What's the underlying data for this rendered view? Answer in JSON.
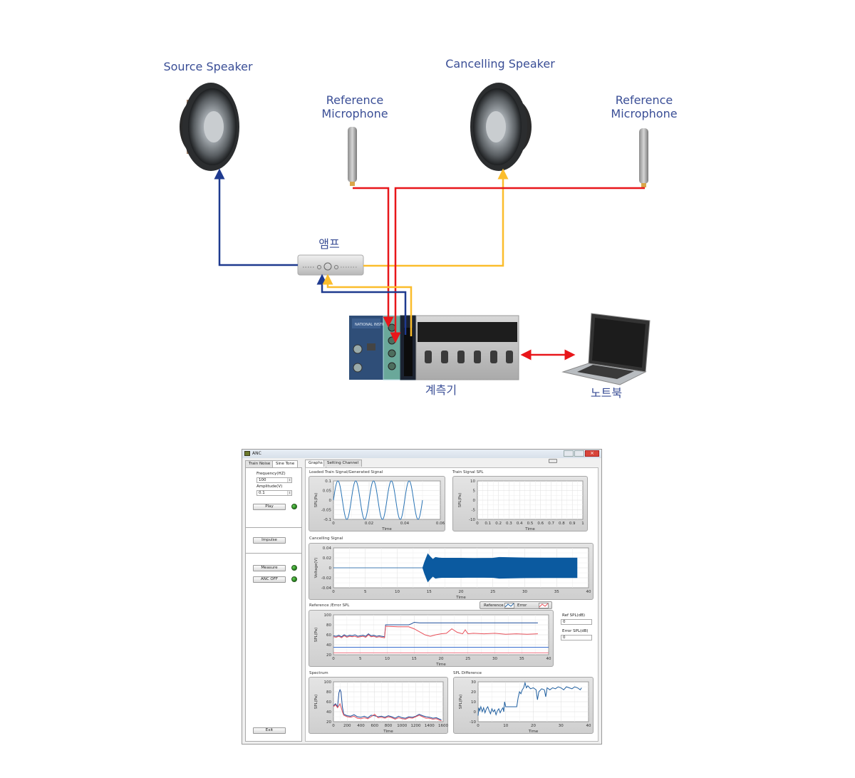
{
  "diagram": {
    "labels": {
      "source_speaker": "Source Speaker",
      "cancelling_speaker": "Cancelling Speaker",
      "reference_mic_1": "Reference\nMicrophone",
      "reference_mic_2": "Reference\nMicrophone",
      "amp": "앰프",
      "daq": "계측기",
      "laptop": "노트북"
    },
    "wire_colors": {
      "blue": "#1f3a8f",
      "red": "#e8161a",
      "yellow": "#fbbd2c"
    },
    "connections": [
      {
        "from": "amp",
        "to": "source_speaker",
        "color": "blue"
      },
      {
        "from": "amp",
        "to": "cancelling_speaker",
        "color": "yellow"
      },
      {
        "from": "reference_mic_1",
        "to": "daq",
        "color": "red"
      },
      {
        "from": "reference_mic_2",
        "to": "daq",
        "color": "red"
      },
      {
        "from": "daq",
        "to": "amp",
        "color": "blue"
      },
      {
        "from": "daq",
        "to": "amp",
        "color": "yellow"
      },
      {
        "from": "daq",
        "to": "laptop",
        "color": "red",
        "bidirectional": true
      }
    ]
  },
  "app": {
    "title": "ANC",
    "left_tabs": [
      "Train Noise",
      "Sine Tone"
    ],
    "active_left_tab": "Sine Tone",
    "frequency_label": "Frequency(HZ)",
    "frequency_value": "100",
    "amplitude_label": "Amplitude(V)",
    "amplitude_value": "0.1",
    "play_label": "Play",
    "impulse_label": "Impulse",
    "measure_label": "Measure",
    "anc_off_label": "ANC OFF",
    "exit_label": "Exit",
    "right_tabs": [
      "Graphs",
      "Setting Channel"
    ],
    "active_right_tab": "Graphs",
    "ref_spl_label": "Ref SPL(dB)",
    "ref_spl_value": "0",
    "error_spl_label": "Error SPL(dB)",
    "error_spl_value": "0",
    "legend": {
      "reference": "Reference",
      "error": "Error"
    },
    "colors": {
      "blue": "#1f5fa0",
      "red": "#e8505a",
      "led": "#2f9a26"
    }
  },
  "chart_data": [
    {
      "id": "loaded",
      "type": "line",
      "title": "Loaded Train Signal/Generated Signal",
      "xlabel": "Time",
      "ylabel": "SPL(Pa)",
      "xlim": [
        0,
        0.06
      ],
      "ylim": [
        -0.1,
        0.1
      ],
      "xticks": [
        "0",
        "0.02",
        "0.04",
        "0.06"
      ],
      "xtick_values": [
        0,
        0.02,
        0.04,
        0.06
      ],
      "yticks": [
        "0.1",
        "0.05",
        "0",
        "-0.05",
        "-0.1"
      ],
      "ytick_values": [
        0.1,
        0.05,
        0,
        -0.05,
        -0.1
      ],
      "series": [
        {
          "name": "signal",
          "function": "0.1*sin(2*pi*100*t)",
          "t_range": [
            0,
            0.05
          ],
          "color": "#2a74b5"
        }
      ]
    },
    {
      "id": "trainspl",
      "type": "line",
      "title": "Train Signal SPL",
      "xlabel": "Time",
      "ylabel": "SPL(Pa)",
      "xlim": [
        0,
        1
      ],
      "ylim": [
        -10,
        10
      ],
      "xticks": [
        "0",
        "0.1",
        "0.2",
        "0.3",
        "0.4",
        "0.5",
        "0.6",
        "0.7",
        "0.8",
        "0.9",
        "1"
      ],
      "xtick_values": [
        0,
        0.1,
        0.2,
        0.3,
        0.4,
        0.5,
        0.6,
        0.7,
        0.8,
        0.9,
        1
      ],
      "yticks": [
        "10",
        "5",
        "0",
        "-5",
        "-10"
      ],
      "ytick_values": [
        10,
        5,
        0,
        -5,
        -10
      ],
      "series": []
    },
    {
      "id": "cancel",
      "type": "area",
      "title": "Cancelling Signal",
      "xlabel": "Time",
      "ylabel": "Voltage(V)",
      "xlim": [
        0,
        40
      ],
      "ylim": [
        -0.04,
        0.04
      ],
      "xticks": [
        "0",
        "5",
        "10",
        "15",
        "20",
        "25",
        "30",
        "35",
        "40"
      ],
      "xtick_values": [
        0,
        5,
        10,
        15,
        20,
        25,
        30,
        35,
        40
      ],
      "yticks": [
        "0.04",
        "0.02",
        "0",
        "-0.02",
        "-0.04"
      ],
      "ytick_values": [
        0.04,
        0.02,
        0,
        -0.02,
        -0.04
      ],
      "series": [
        {
          "name": "envelope",
          "color": "#0b5aa0",
          "x": [
            0,
            14.0,
            14.3,
            14.8,
            15.2,
            15.6,
            16.0,
            16.5,
            17.0,
            20,
            22,
            25,
            26,
            28,
            30,
            33,
            35,
            38.2
          ],
          "upper": [
            0,
            0,
            0.012,
            0.028,
            0.022,
            0.017,
            0.021,
            0.02,
            0.0195,
            0.0195,
            0.019,
            0.0195,
            0.021,
            0.0205,
            0.02,
            0.0198,
            0.0198,
            0.0198
          ],
          "lower": [
            0,
            0,
            -0.012,
            -0.028,
            -0.022,
            -0.017,
            -0.021,
            -0.02,
            -0.0195,
            -0.0195,
            -0.019,
            -0.0195,
            -0.021,
            -0.0205,
            -0.02,
            -0.0198,
            -0.0198,
            -0.0198
          ]
        }
      ]
    },
    {
      "id": "referr",
      "type": "line",
      "title": "Reference /Error SPL",
      "xlabel": "Time",
      "ylabel": "SPL(Pa)",
      "xlim": [
        0,
        40
      ],
      "ylim": [
        20,
        100
      ],
      "xticks": [
        "0",
        "5",
        "10",
        "15",
        "20",
        "25",
        "30",
        "35",
        "40"
      ],
      "xtick_values": [
        0,
        5,
        10,
        15,
        20,
        25,
        30,
        35,
        40
      ],
      "yticks": [
        "100",
        "80",
        "60",
        "40",
        "20"
      ],
      "ytick_values": [
        100,
        80,
        60,
        40,
        20
      ],
      "legend": [
        "Reference",
        "Error"
      ],
      "legend_position": "top-right",
      "series": [
        {
          "name": "Reference",
          "color": "#1f4f9a",
          "x": [
            0,
            0.5,
            1,
            1.5,
            2,
            2.5,
            3,
            3.5,
            4,
            4.5,
            5,
            5.5,
            6,
            6.5,
            7,
            7.5,
            8,
            8.5,
            9,
            9.5,
            9.7,
            10,
            12,
            14,
            14.5,
            15,
            16,
            20,
            25,
            30,
            35,
            38
          ],
          "y": [
            58,
            57,
            59,
            56,
            60,
            57,
            59,
            58,
            60,
            57,
            58,
            59,
            57,
            62,
            58,
            59,
            57,
            58,
            57,
            56,
            80,
            80,
            80,
            80,
            82,
            85,
            84,
            84,
            84,
            84,
            84,
            84
          ]
        },
        {
          "name": "Error",
          "color": "#e8505a",
          "x": [
            0,
            0.5,
            1,
            1.5,
            2,
            2.5,
            3,
            3.5,
            4,
            4.5,
            5,
            5.5,
            6,
            6.5,
            7,
            7.5,
            8,
            8.5,
            9,
            9.5,
            9.7,
            10,
            12,
            14,
            15,
            16,
            17,
            18,
            19,
            20,
            21,
            22,
            23,
            24,
            24.5,
            25,
            26,
            28,
            30,
            32,
            34,
            36,
            38
          ],
          "y": [
            56,
            55,
            57,
            54,
            58,
            55,
            57,
            56,
            57,
            55,
            56,
            57,
            55,
            60,
            56,
            57,
            55,
            56,
            55,
            54,
            77,
            77,
            76,
            76,
            72,
            66,
            60,
            57,
            60,
            62,
            63,
            72,
            65,
            62,
            70,
            62,
            63,
            62,
            63,
            61,
            62,
            61,
            62
          ]
        },
        {
          "name": "Ref baseline",
          "color": "#3a6fd0",
          "x": [
            0,
            40
          ],
          "y": [
            35,
            35
          ]
        },
        {
          "name": "Error baseline",
          "color": "#f07080",
          "x": [
            0,
            40
          ],
          "y": [
            24,
            24
          ]
        }
      ]
    },
    {
      "id": "spectrum",
      "type": "line",
      "title": "Spectrum",
      "xlabel": "Time",
      "ylabel": "SPL(Pa)",
      "xlim": [
        0,
        1600
      ],
      "ylim": [
        20,
        100
      ],
      "xticks": [
        "0",
        "200",
        "400",
        "600",
        "800",
        "1000",
        "1200",
        "1400",
        "1600"
      ],
      "xtick_values": [
        0,
        200,
        400,
        600,
        800,
        1000,
        1200,
        1400,
        1600
      ],
      "yticks": [
        "100",
        "80",
        "60",
        "40",
        "20"
      ],
      "ytick_values": [
        100,
        80,
        60,
        40,
        20
      ],
      "series": [
        {
          "name": "Reference",
          "color": "#1f4f9a",
          "x": [
            0,
            30,
            60,
            80,
            95,
            110,
            130,
            150,
            200,
            250,
            300,
            350,
            400,
            450,
            500,
            550,
            600,
            650,
            700,
            750,
            800,
            850,
            900,
            950,
            1000,
            1050,
            1100,
            1150,
            1200,
            1250,
            1300,
            1350,
            1400,
            1450,
            1500,
            1550,
            1575
          ],
          "y": [
            52,
            56,
            50,
            78,
            84,
            80,
            50,
            35,
            32,
            31,
            34,
            30,
            29,
            31,
            28,
            33,
            32,
            30,
            31,
            29,
            32,
            30,
            27,
            31,
            28,
            27,
            30,
            29,
            31,
            35,
            32,
            30,
            29,
            27,
            28,
            25,
            24
          ]
        },
        {
          "name": "Error",
          "color": "#e8505a",
          "x": [
            0,
            30,
            60,
            80,
            95,
            110,
            130,
            150,
            200,
            250,
            300,
            350,
            400,
            450,
            500,
            550,
            600,
            650,
            700,
            750,
            800,
            850,
            900,
            950,
            1000,
            1050,
            1100,
            1150,
            1200,
            1250,
            1300,
            1350,
            1400,
            1450,
            1500,
            1550,
            1575
          ],
          "y": [
            50,
            54,
            48,
            52,
            56,
            50,
            40,
            33,
            30,
            29,
            31,
            27,
            26,
            28,
            26,
            30,
            35,
            28,
            29,
            27,
            30,
            28,
            25,
            28,
            26,
            25,
            28,
            27,
            30,
            33,
            30,
            27,
            27,
            25,
            26,
            23,
            22
          ]
        }
      ]
    },
    {
      "id": "spldiff",
      "type": "line",
      "title": "SPL Difference",
      "xlabel": "Time",
      "ylabel": "SPL(Pa)",
      "xlim": [
        0,
        40
      ],
      "ylim": [
        -10,
        30
      ],
      "xticks": [
        "0",
        "10",
        "20",
        "30",
        "40"
      ],
      "xtick_values": [
        0,
        10,
        20,
        30,
        40
      ],
      "yticks": [
        "30",
        "20",
        "10",
        "0",
        "-10"
      ],
      "ytick_values": [
        30,
        20,
        10,
        0,
        -10
      ],
      "series": [
        {
          "name": "difference",
          "color": "#1f5fa0",
          "x": [
            0,
            0.3,
            0.6,
            1,
            1.5,
            2,
            2.5,
            3,
            3.5,
            4,
            4.5,
            5,
            5.5,
            6,
            6.5,
            7,
            7.5,
            8,
            8.5,
            9,
            9.3,
            9.6,
            10,
            12,
            14,
            14.5,
            15,
            15.5,
            16,
            16.5,
            17,
            17.5,
            18,
            19,
            20,
            21,
            21.5,
            22,
            23,
            24,
            24.5,
            25,
            26,
            27,
            28,
            29,
            30,
            31,
            32,
            33,
            34,
            35,
            36,
            37,
            37.5
          ],
          "y": [
            -4,
            4,
            1,
            5,
            0,
            4,
            -1,
            3,
            5,
            1,
            -2,
            3,
            0,
            2,
            -3,
            1,
            3,
            -1,
            2,
            4,
            0,
            10,
            5,
            5,
            5,
            14,
            20,
            18,
            22,
            24,
            29,
            24,
            26,
            23,
            24,
            22,
            12,
            20,
            23,
            22,
            15,
            24,
            22,
            24,
            23,
            25,
            24,
            22,
            25,
            24,
            23,
            25,
            24,
            22,
            24
          ]
        }
      ]
    }
  ]
}
